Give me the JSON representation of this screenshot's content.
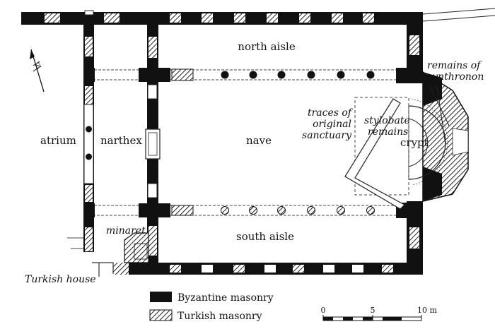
{
  "labels": {
    "north_aisle": "north aisle",
    "south_aisle": "south aisle",
    "nave": "nave",
    "atrium": "atrium",
    "narthex": "narthex",
    "crypt": "crypt",
    "minaret": "minaret",
    "turkish_house": "Turkish house",
    "remains_synthronon_1": "remains of",
    "remains_synthronon_2": "synthronon",
    "traces_1": "traces of",
    "traces_2": "original",
    "traces_3": "sanctuary",
    "stylobate_1": "stylobate",
    "stylobate_2": "remains"
  },
  "legend": {
    "byzantine": "Byzantine masonry",
    "turkish": "Turkish masonry"
  },
  "scale": {
    "ticks": [
      "0",
      "5",
      "10 m"
    ]
  },
  "north_arrow": {
    "letter": "N"
  },
  "colors": {
    "byzantine": "#111111",
    "line": "#222222"
  }
}
